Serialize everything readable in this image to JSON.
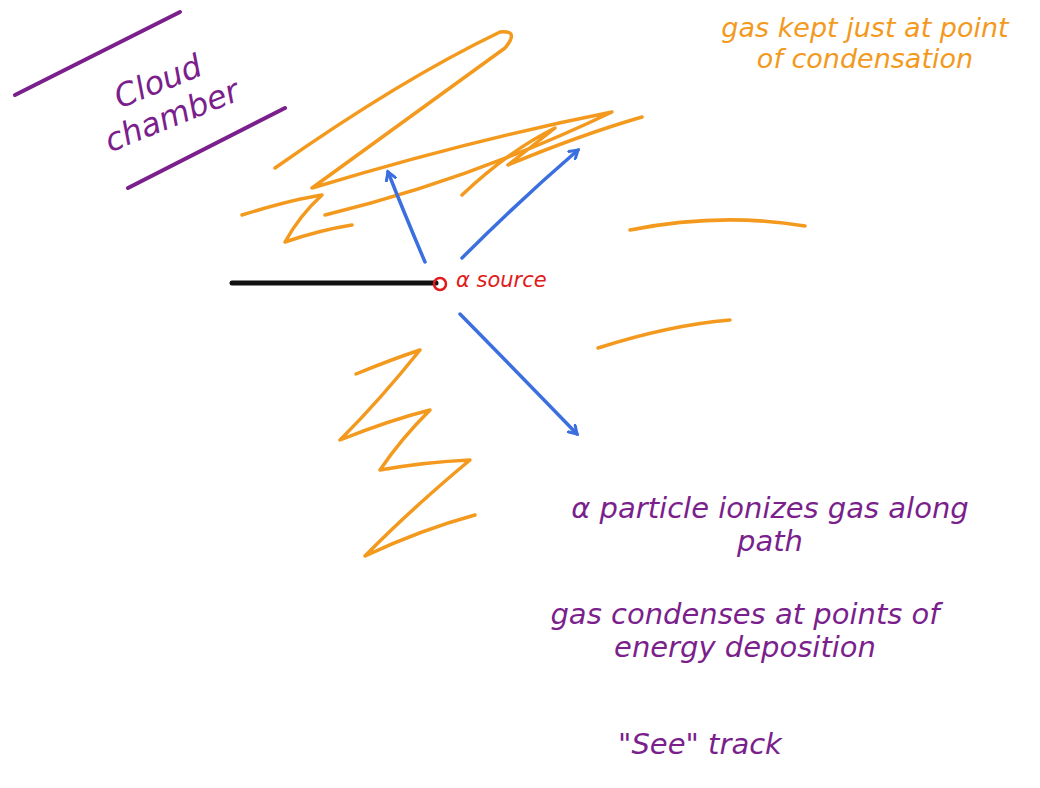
{
  "diagram": {
    "title": "Cloud chamber",
    "labels": [
      "gas kept just at point of condensation",
      "α source",
      "α particle ionizes gas along path",
      "gas condenses at points of energy deposition",
      "\"See\" track"
    ]
  }
}
